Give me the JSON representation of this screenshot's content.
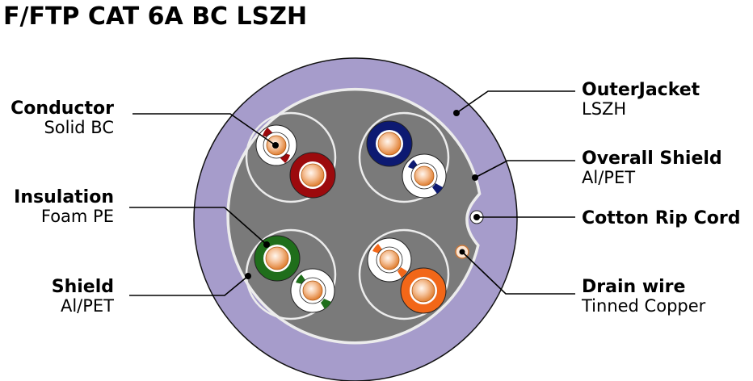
{
  "title": "F/FTP CAT 6A BC LSZH",
  "labels": {
    "conductor": {
      "name": "Conductor",
      "detail": "Solid BC"
    },
    "insulation": {
      "name": "Insulation",
      "detail": "Foam PE"
    },
    "shield": {
      "name": "Shield",
      "detail": "Al/PET"
    },
    "outer_jacket": {
      "name": "OuterJacket",
      "detail": "LSZH"
    },
    "overall_shield": {
      "name": "Overall Shield",
      "detail": "Al/PET"
    },
    "rip_cord": {
      "name": "Cotton Rip Cord"
    },
    "drain_wire": {
      "name": "Drain wire",
      "detail": "Tinned Copper"
    }
  },
  "colors": {
    "jacket": "#a69ccb",
    "core": "#7a7a7a",
    "shield_line": "#ececec",
    "pair_brown": "#9c0a0d",
    "pair_blue": "#0d1a72",
    "pair_green": "#1f6e1b",
    "pair_orange": "#f26718",
    "copper_light": "#fde6d2",
    "copper_dark": "#e58a3d"
  }
}
